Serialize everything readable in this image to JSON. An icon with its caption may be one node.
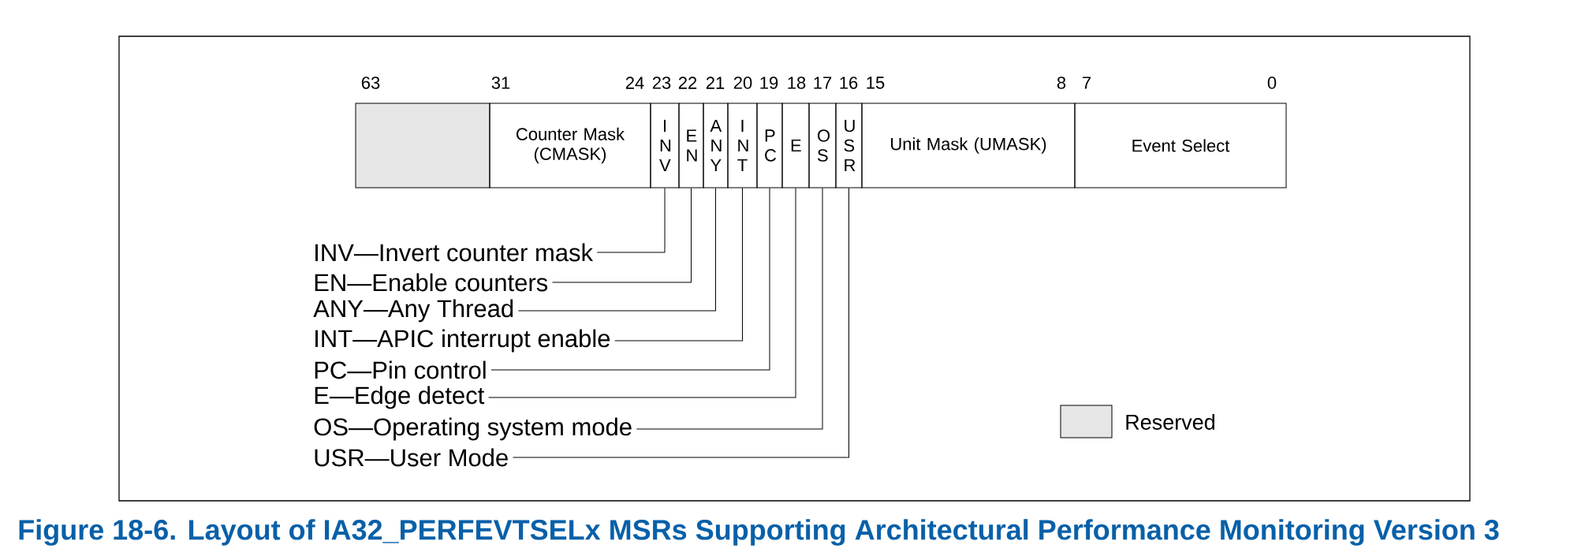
{
  "diagram": {
    "caption": "Figure 18-6.  Layout of IA32_PERFEVTSELx MSRs Supporting Architectural Performance Monitoring Version 3",
    "nodes": [
      {
        "text": [],
        "shape": "box"
      },
      {
        "text": [
          "Counter Mask (CMASK)"
        ]
      },
      {
        "text": [
          "I N V"
        ]
      },
      {
        "text": [
          "E N"
        ]
      },
      {
        "text": [
          "A N Y"
        ]
      },
      {
        "text": [
          "I N T"
        ]
      },
      {
        "text": [
          "P C"
        ]
      },
      {
        "text": [
          "E"
        ]
      },
      {
        "text": [
          "O S"
        ]
      },
      {
        "text": [
          "U S R"
        ]
      },
      {
        "text": [
          "Unit Mask (UMASK)"
        ]
      },
      {
        "text": [
          "Event Select"
        ]
      },
      {
        "text": [
          "INV—Invert counter mask"
        ]
      },
      {
        "text": [
          "EN—Enable counters"
        ]
      },
      {
        "text": [
          "ANY—Any Thread"
        ]
      },
      {
        "text": [
          "INT—APIC interrupt enable"
        ]
      },
      {
        "text": [
          "PC—Pin control"
        ]
      },
      {
        "text": [
          "E—Edge detect"
        ]
      },
      {
        "text": [
          "OS—Operating system mode"
        ]
      },
      {
        "text": [
          "USR—User Mode"
        ]
      }
    ],
    "edges": [
      {
        "from": 12,
        "to": 2,
        "arrow": "none"
      },
      {
        "from": 13,
        "to": 3,
        "arrow": "none"
      },
      {
        "from": 14,
        "to": 4,
        "arrow": "none"
      },
      {
        "from": 15,
        "to": 5,
        "arrow": "none"
      },
      {
        "from": 16,
        "to": 6,
        "arrow": "none"
      },
      {
        "from": 17,
        "to": 7,
        "arrow": "none"
      },
      {
        "from": 18,
        "to": 8,
        "arrow": "none"
      },
      {
        "from": 19,
        "to": 9,
        "arrow": "none"
      }
    ],
    "labels": [
      "63",
      "31",
      "24",
      "23",
      "22",
      "21",
      "20",
      "19",
      "18",
      "17",
      "16",
      "15",
      "8",
      "7",
      "0"
    ],
    "legend": [
      {
        "text": "Reserved",
        "color": "#e6e6e6"
      }
    ]
  }
}
